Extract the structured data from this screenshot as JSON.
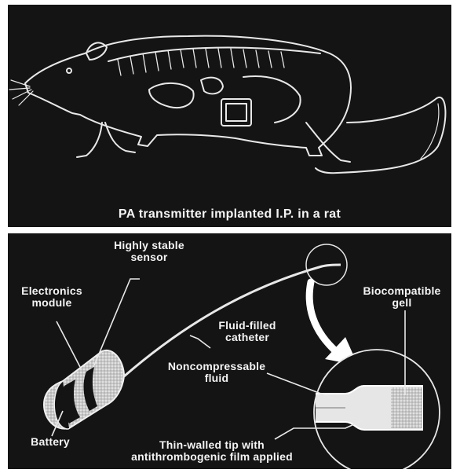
{
  "top_panel": {
    "caption": "PA transmitter implanted I.P. in a rat"
  },
  "bottom_panel": {
    "labels": {
      "highly_stable_sensor": "Highly stable\nsensor",
      "electronics_module": "Electronics\nmodule",
      "fluid_filled_catheter": "Fluid-filled\ncatheter",
      "biocompatible_gell": "Biocompatible\ngell",
      "noncompressable_fluid": "Noncompressable\nfluid",
      "battery": "Battery",
      "thin_walled_tip": "Thin-walled tip with\nantithrombogenic film applied"
    }
  }
}
